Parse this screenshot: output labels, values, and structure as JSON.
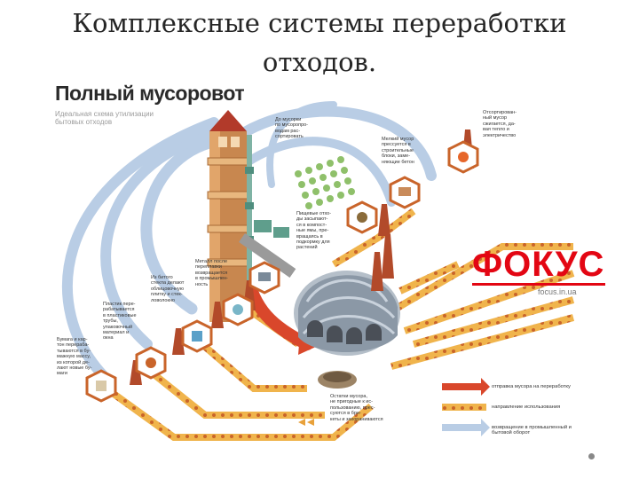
{
  "slide": {
    "title_line1": "Комплексные системы переработки",
    "title_line2": "отходов."
  },
  "figure": {
    "title": "Полный мусоровот",
    "subtitle": "Идеальная схема утилизации бытовых отходов",
    "logo": "ФОКУС",
    "logo_url": "focus.in.ua",
    "notes": {
      "top_house": "До мусорки\nпо мусоропро-\nводам рас-\nсортировать",
      "hard_trash": "Мелкий мусор\nпрессуется в\nстроительные\nблоки, заме-\nняющие бетон",
      "burnable": "Отсортирован-\nный мусор\nсжигается, да-\nвая тепло и\nэлектричество",
      "food": "Пищевые отхо-\nды засыпают-\nся в компост-\nные ямы, пре-\nвращаясь в\nподкормку для\nрастений",
      "metal": "Металл после\nпереплавки\nвозвращается\nв промышлен-\nность",
      "glass": "Из битого\nстекла делают\nоблицовочную\nплитку и стек-\nловолокно",
      "plastic": "Пластик пере-\nрабатывается\nв пластиковые\nтрубы,\nупаковочный\nматериал и\nокна",
      "paper": "Бумага и кар-\nтон перераба-\nтываются в бу-\nмажную массу,\nиз которой де-\nлают новые бу-\nмаги",
      "residue": "Остатки мусора,\nне пригодные к ис-\nпользованию, прес-\nсуются в бри-\nкеты и захораниваются"
    },
    "legend": [
      {
        "label": "отправка мусора на переработку",
        "color": "#d9472b"
      },
      {
        "label": "направление использования",
        "color": "#e8a13a"
      },
      {
        "label": "возвращение в промышленный и бытовой оборот",
        "color": "#a9c2de"
      }
    ]
  }
}
